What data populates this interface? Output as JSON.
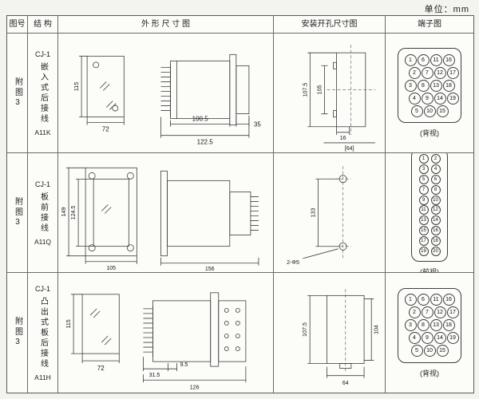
{
  "unit_label": "单位：mm",
  "headers": {
    "fig": "图号",
    "structure": "结 构",
    "outline": "外 形 尺 寸 图",
    "mounting": "安装开孔尺寸图",
    "terminal": "端子图"
  },
  "rows": [
    {
      "figure_no": "附图3",
      "structure": {
        "model": "CJ-1",
        "desc": "嵌入式后接线",
        "code": "A11K"
      },
      "outline": {
        "h": "115",
        "w": "72",
        "d1": "100.5",
        "d2": "122.5",
        "d3": "35"
      },
      "mounting": {
        "v1": "107.5",
        "v2": "105",
        "h1": "16",
        "h2": "[64]"
      },
      "terminal": {
        "view": "(背视)",
        "circles": [
          [
            1,
            6,
            11,
            16
          ],
          [
            2,
            7,
            12,
            17
          ],
          [
            3,
            8,
            13,
            18
          ],
          [
            4,
            9,
            14,
            19
          ],
          [
            5,
            10,
            15
          ]
        ]
      }
    },
    {
      "figure_no": "附图3",
      "structure": {
        "model": "CJ-1",
        "desc": "板前接线",
        "code": "A11Q"
      },
      "outline": {
        "h": "149",
        "h2": "124.5",
        "w": "105",
        "d": "156"
      },
      "mounting": {
        "v": "133",
        "holes": "2-Φ5"
      },
      "terminal": {
        "view": "(前视)",
        "circles": [
          [
            1,
            2
          ],
          [
            3,
            4
          ],
          [
            5,
            6
          ],
          [
            7,
            8
          ],
          [
            9,
            10
          ],
          [
            11,
            12
          ],
          [
            13,
            14
          ],
          [
            15,
            16
          ],
          [
            17,
            18
          ],
          [
            19,
            20
          ]
        ]
      }
    },
    {
      "figure_no": "附图3",
      "structure": {
        "model": "CJ-1",
        "desc": "凸出式板后接线",
        "code": "A11H"
      },
      "outline": {
        "h": "115",
        "w": "72",
        "d1": "9.5",
        "d2": "31.5",
        "d3": "126"
      },
      "mounting": {
        "v1": "107.5",
        "v2": "104",
        "h1": "64"
      },
      "terminal": {
        "view": "(背视)",
        "circles": [
          [
            1,
            6,
            11,
            16
          ],
          [
            2,
            7,
            12,
            17
          ],
          [
            3,
            8,
            13,
            18
          ],
          [
            4,
            9,
            14,
            19
          ],
          [
            5,
            10,
            15
          ]
        ]
      }
    }
  ]
}
